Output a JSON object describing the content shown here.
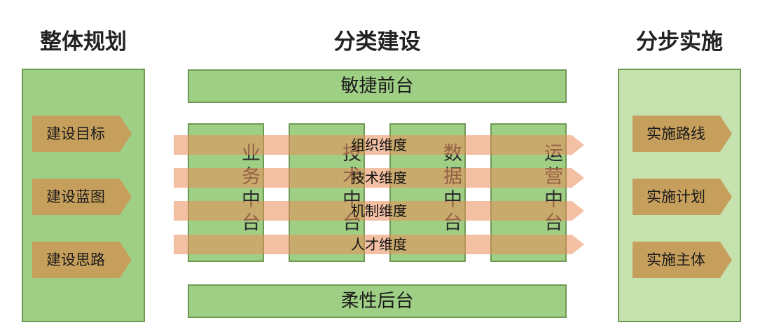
{
  "headings": {
    "left": "整体规划",
    "center": "分类建设",
    "right": "分步实施"
  },
  "left_items": [
    "建设目标",
    "建设蓝图",
    "建设思路"
  ],
  "right_items": [
    "实施路线",
    "实施计划",
    "实施主体"
  ],
  "top_bar": "敏捷前台",
  "bottom_bar": "柔性后台",
  "columns": [
    "业务中台",
    "技术中台",
    "数据中台",
    "运营中台"
  ],
  "dimensions": [
    "组织维度",
    "技术维度",
    "机制维度",
    "人才维度"
  ],
  "colors": {
    "green_fill": "#9fcf85",
    "light_green_fill": "#c6e2ae",
    "border": "#6f9a55",
    "chevron": "#c79f5d",
    "arrow": "#eb8c5a"
  }
}
